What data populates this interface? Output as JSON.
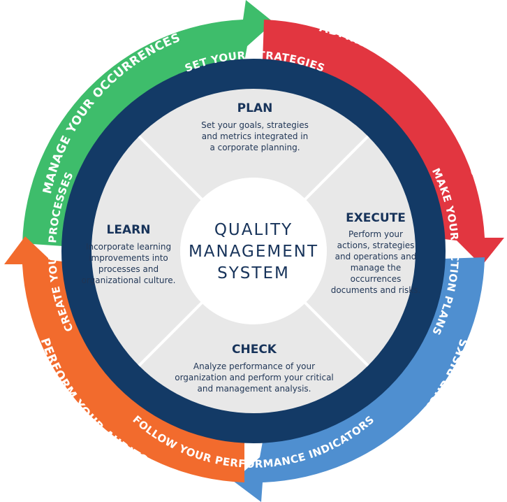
{
  "colors": {
    "green": "#3ebd6b",
    "red": "#e23640",
    "blue": "#4f8fd0",
    "orange": "#f26b2d",
    "navy": "#133a66",
    "quadrant": "#e8e8e8",
    "center": "#ffffff",
    "text": "#17335a"
  },
  "outer_ring": {
    "top_left": "MANAGE YOUR OCCURRENCES",
    "top_right": "ADMINISTER YOUR DOCUMENTS",
    "bottom_right": "CONTROL YOUR RISKS",
    "bottom_left": "PERFORM YOUR AUDITS"
  },
  "inner_ring": {
    "top": "SET YOUR STRATEGIES",
    "right": "MAKE YOUR ACTION PLANS",
    "bottom": "FOLLOW YOUR PERFORMANCE INDICATORS",
    "left": "CREATE YOUR PROCESSES"
  },
  "center": {
    "line1": "QUALITY",
    "line2": "MANAGEMENT",
    "line3": "SYSTEM"
  },
  "quadrants": {
    "plan": {
      "title": "PLAN",
      "lines": [
        "Set your goals, strategies",
        "and metrics integrated in",
        "a corporate planning."
      ]
    },
    "execute": {
      "title": "EXECUTE",
      "lines": [
        "Perform your",
        "actions, strategies",
        "and operations and",
        "manage the",
        "occurrences",
        "documents and risks."
      ]
    },
    "check": {
      "title": "CHECK",
      "lines": [
        "Analyze performance of your",
        "organization and perform your critical",
        "and management analysis."
      ]
    },
    "learn": {
      "title": "LEARN",
      "lines": [
        "Incorporate learning",
        "improvements into",
        "processes and",
        "organizational culture."
      ]
    }
  }
}
